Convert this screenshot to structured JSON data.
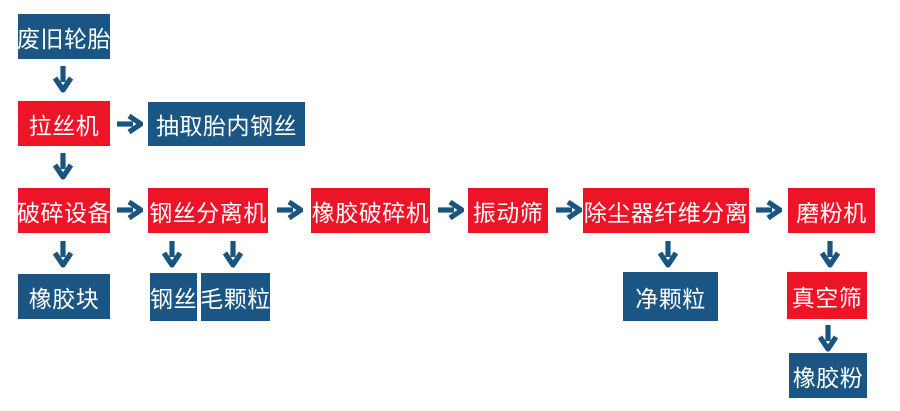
{
  "colors": {
    "red": "#EE1428",
    "blue": "#1B5583",
    "arrow": "#1A5480",
    "text": "#FFFFFF",
    "background": "#FFFFFF"
  },
  "flowchart": {
    "type": "process-flow-diagram",
    "description": "Waste tire recycling process flow",
    "nodes": [
      {
        "id": "waste-tires",
        "label": "废旧轮胎",
        "color": "blue"
      },
      {
        "id": "wire-drawing-machine",
        "label": "拉丝机",
        "color": "red"
      },
      {
        "id": "extract-tire-steel-wire",
        "label": "抽取胎内钢丝",
        "color": "blue"
      },
      {
        "id": "crushing-equipment",
        "label": "破碎设备",
        "color": "red"
      },
      {
        "id": "rubber-block",
        "label": "橡胶块",
        "color": "blue"
      },
      {
        "id": "steel-wire-separator",
        "label": "钢丝分离机",
        "color": "red"
      },
      {
        "id": "steel-wire",
        "label": "钢丝",
        "color": "blue"
      },
      {
        "id": "fuzzy-granules",
        "label": "毛颗粒",
        "color": "blue"
      },
      {
        "id": "rubber-crusher",
        "label": "橡胶破碎机",
        "color": "red"
      },
      {
        "id": "vibrating-screen",
        "label": "振动筛",
        "color": "red"
      },
      {
        "id": "dust-collector-fiber-separation",
        "label": "除尘器纤维分离",
        "color": "red"
      },
      {
        "id": "clean-granules",
        "label": "净颗粒",
        "color": "blue"
      },
      {
        "id": "grinding-machine",
        "label": "磨粉机",
        "color": "red"
      },
      {
        "id": "vacuum-screen",
        "label": "真空筛",
        "color": "red"
      },
      {
        "id": "rubber-powder",
        "label": "橡胶粉",
        "color": "blue"
      }
    ],
    "edges": [
      {
        "from": "waste-tires",
        "to": "wire-drawing-machine",
        "direction": "down"
      },
      {
        "from": "wire-drawing-machine",
        "to": "extract-tire-steel-wire",
        "direction": "right"
      },
      {
        "from": "wire-drawing-machine",
        "to": "crushing-equipment",
        "direction": "down"
      },
      {
        "from": "crushing-equipment",
        "to": "rubber-block",
        "direction": "down"
      },
      {
        "from": "crushing-equipment",
        "to": "steel-wire-separator",
        "direction": "right"
      },
      {
        "from": "steel-wire-separator",
        "to": "steel-wire",
        "direction": "down"
      },
      {
        "from": "steel-wire-separator",
        "to": "fuzzy-granules",
        "direction": "down"
      },
      {
        "from": "steel-wire-separator",
        "to": "rubber-crusher",
        "direction": "right"
      },
      {
        "from": "rubber-crusher",
        "to": "vibrating-screen",
        "direction": "right"
      },
      {
        "from": "vibrating-screen",
        "to": "dust-collector-fiber-separation",
        "direction": "right"
      },
      {
        "from": "dust-collector-fiber-separation",
        "to": "clean-granules",
        "direction": "down"
      },
      {
        "from": "dust-collector-fiber-separation",
        "to": "grinding-machine",
        "direction": "right"
      },
      {
        "from": "grinding-machine",
        "to": "vacuum-screen",
        "direction": "down"
      },
      {
        "from": "vacuum-screen",
        "to": "rubber-powder",
        "direction": "down"
      }
    ]
  }
}
